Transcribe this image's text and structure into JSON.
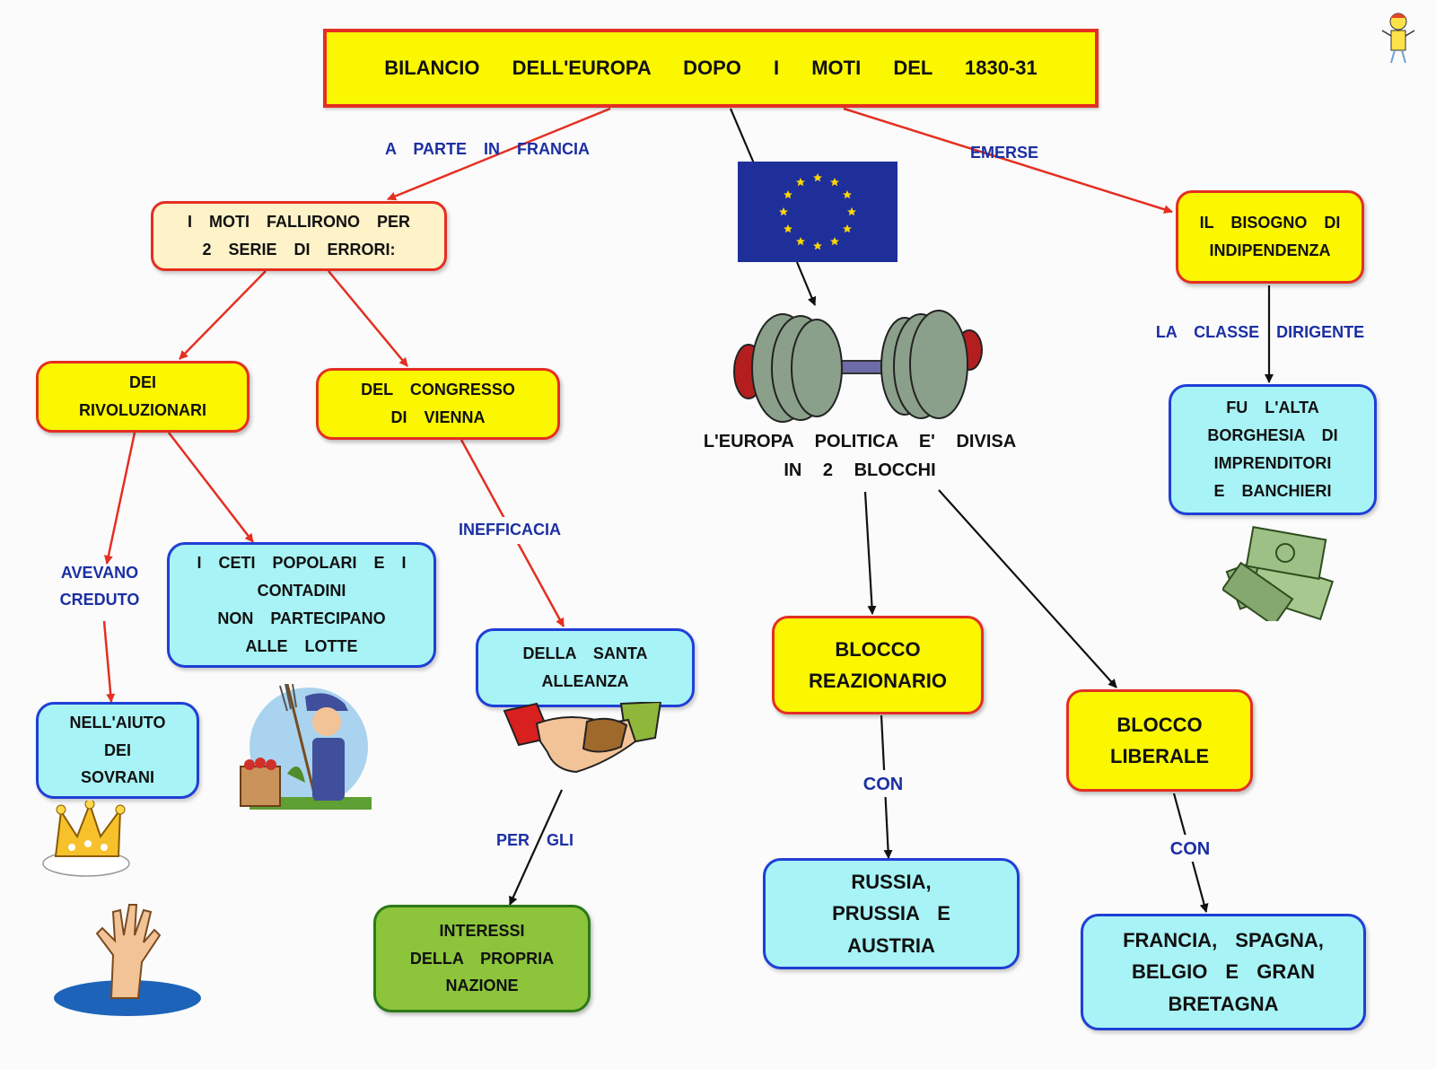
{
  "title": "BILANCIO DELL'EUROPA DOPO I MOTI DEL 1830-31",
  "nodes": {
    "moti_fallirono": "I MOTI FALLIRONO PER\n2 SERIE DI ERRORI:",
    "rivoluzionari": "DEI\nRIVOLUZIONARI",
    "congresso": "DEL CONGRESSO\nDI VIENNA",
    "ceti": "I CETI POPOLARI E I\nCONTADINI\nNON PARTECIPANO\nALLE LOTTE",
    "aiuto_sovrani": "NELL'AIUTO\nDEI\nSOVRANI",
    "santa_alleanza": "DELLA SANTA\nALLEANZA",
    "interessi": "INTERESSI\nDELLA PROPRIA\nNAZIONE",
    "europa_divisa": "L'EUROPA POLITICA E' DIVISA\nIN 2 BLOCCHI",
    "reazionario": "BLOCCO\nREAZIONARIO",
    "liberale": "BLOCCO\nLIBERALE",
    "russia": "RUSSIA,\nPRUSSIA E\nAUSTRIA",
    "francia": "FRANCIA, SPAGNA,\nBELGIO E GRAN\nBRETAGNA",
    "bisogno": "IL BISOGNO DI\nINDIPENDENZA",
    "borghesia": "FU L'ALTA\nBORGHESIA DI\nIMPRENDITORI\nE BANCHIERI"
  },
  "labels": {
    "a_parte": "A PARTE IN FRANCIA",
    "emerse": "EMERSE",
    "avevano": "AVEVANO\nCREDUTO",
    "inefficacia": "INEFFICACIA",
    "per_gli": "PER GLI",
    "con_1": "CON",
    "con_2": "CON",
    "classe": "LA CLASSE DIRIGENTE"
  },
  "icons": [
    "eu-flag-icon",
    "dumbbell-icon",
    "farmer-icon",
    "crown-icon",
    "drowning-hand-icon",
    "handshake-icon",
    "money-icon",
    "mascot-icon"
  ],
  "colors": {
    "yellow_fill": "#fbf700",
    "red_border": "#e42f22",
    "cyan_fill": "#a8f3f6",
    "blue_border": "#1f3fd6",
    "green_fill": "#8cc43c",
    "label_blue": "#1b2fa3",
    "arrow_red": "#e42f22",
    "arrow_black": "#111111"
  }
}
